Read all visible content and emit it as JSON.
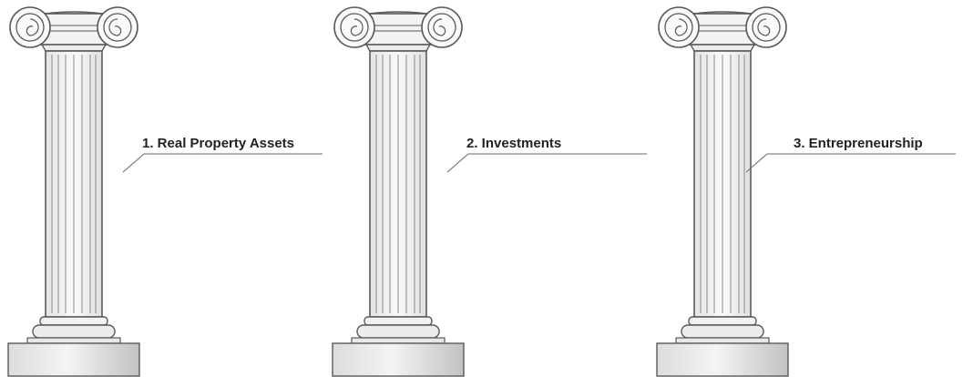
{
  "pillars": [
    {
      "label": "1. Real Property Assets"
    },
    {
      "label": "2. Investments"
    },
    {
      "label": "3. Entrepreneurship"
    }
  ],
  "colors": {
    "outline": "#5a5a5a",
    "column_fill": "#eeeeee",
    "column_light": "#f7f7f7",
    "base_gradient_light": "#f2f2f2",
    "base_gradient_dark": "#c4c4c4",
    "label_text": "#222222",
    "leader_line": "#6a6a6a"
  }
}
